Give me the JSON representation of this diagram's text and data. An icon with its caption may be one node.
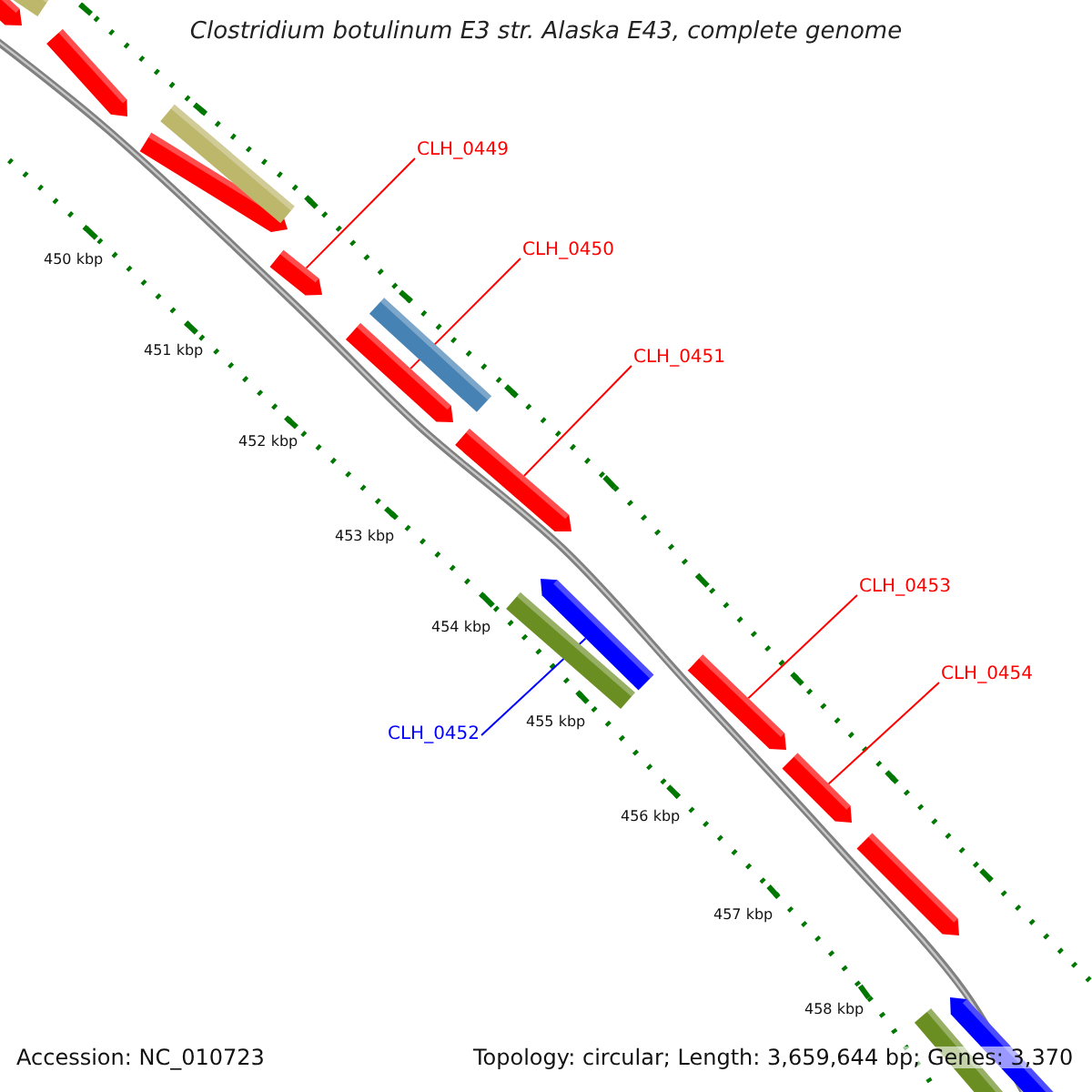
{
  "diagram": {
    "title": "Clostridium botulinum E3 str. Alaska E43, complete genome",
    "nodes": [
      {
        "text": [
          "CLH_0449"
        ]
      },
      {
        "text": [],
        "shape": "bar"
      },
      {
        "text": [
          "CLH_0450"
        ]
      },
      {
        "text": [],
        "shape": "bar"
      },
      {
        "text": [
          "CLH_0451"
        ]
      },
      {
        "text": [],
        "shape": "bar"
      },
      {
        "text": [
          "CLH_0453"
        ]
      },
      {
        "text": [],
        "shape": "bar"
      },
      {
        "text": [
          "CLH_0454"
        ]
      },
      {
        "text": [],
        "shape": "bar"
      },
      {
        "text": [
          "CLH_0452"
        ]
      },
      {
        "text": [],
        "shape": "bar"
      },
      {
        "text": [],
        "shape": "bar"
      },
      {
        "text": [],
        "shape": "bar"
      },
      {
        "text": [],
        "shape": "bar"
      },
      {
        "text": [],
        "shape": "bar"
      },
      {
        "text": [],
        "shape": "bar"
      },
      {
        "text": [],
        "shape": "bar"
      },
      {
        "text": [],
        "shape": "bar"
      },
      {
        "text": [],
        "shape": "bar"
      },
      {
        "text": [],
        "shape": "bar"
      },
      {
        "text": [],
        "shape": "bar"
      }
    ],
    "edges": [
      {
        "from": 0,
        "to": 1,
        "arrow": "none"
      },
      {
        "from": 2,
        "to": 3,
        "arrow": "none"
      },
      {
        "from": 4,
        "to": 5,
        "arrow": "none"
      },
      {
        "from": 6,
        "to": 7,
        "arrow": "none"
      },
      {
        "from": 8,
        "to": 9,
        "arrow": "none"
      },
      {
        "from": 10,
        "to": 11,
        "arrow": "none",
        "color": "#0000ff"
      }
    ],
    "labels": [
      "450 kbp",
      "451 kbp",
      "452 kbp",
      "453 kbp",
      "454 kbp",
      "455 kbp",
      "456 kbp",
      "457 kbp",
      "458 kbp",
      "Accession: NC_010723",
      "Topology: circular; Length: 3,659,644 bp; Genes: 3,370"
    ]
  }
}
